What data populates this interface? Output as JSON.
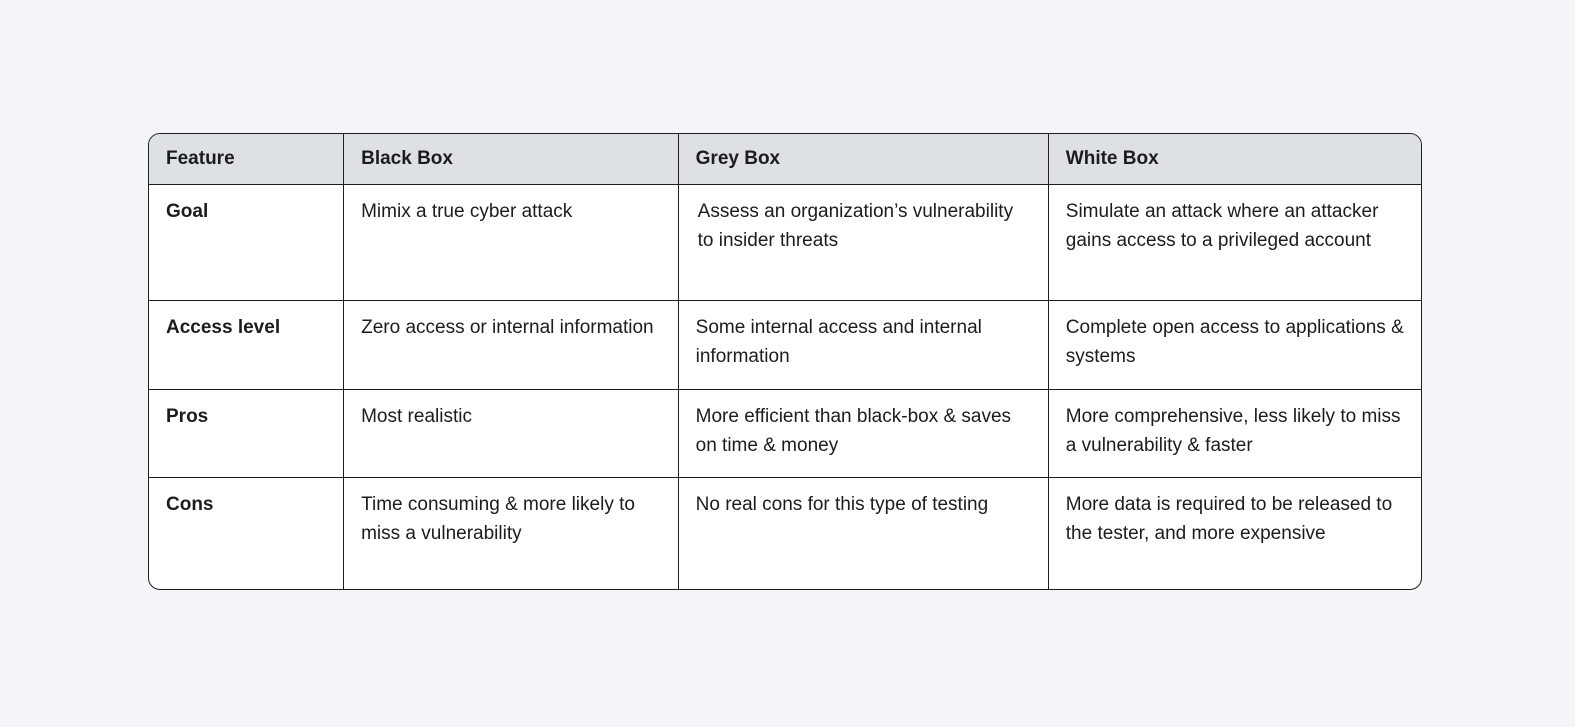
{
  "table": {
    "headers": [
      "Feature",
      "Black Box",
      "Grey Box",
      "White Box"
    ],
    "rows": [
      {
        "cells": [
          "Goal",
          "Mimix a true cyber attack",
          "Assess an organization’s vulnerability to insider threats",
          "Simulate an attack where an attacker gains access to a privileged account"
        ]
      },
      {
        "cells": [
          "Access level",
          "Zero access or internal information",
          "Some internal access and internal information",
          "Complete open access to applications & systems"
        ]
      },
      {
        "cells": [
          "Pros",
          "Most realistic",
          "More efficient than black-box & saves on time & money",
          "More comprehensive, less likely to miss a vulnerability & faster"
        ]
      },
      {
        "cells": [
          "Cons",
          "Time consuming & more likely to miss a vulnerability",
          "No real cons for this type of testing",
          "More data is required to be released to the tester, and more expensive"
        ]
      }
    ]
  },
  "colors": {
    "page_bg": "#f4f5f8",
    "header_bg": "#dee1e4",
    "body_bg": "#ffffff",
    "border": "#1f1f1f",
    "text": "#1c1c1e"
  }
}
